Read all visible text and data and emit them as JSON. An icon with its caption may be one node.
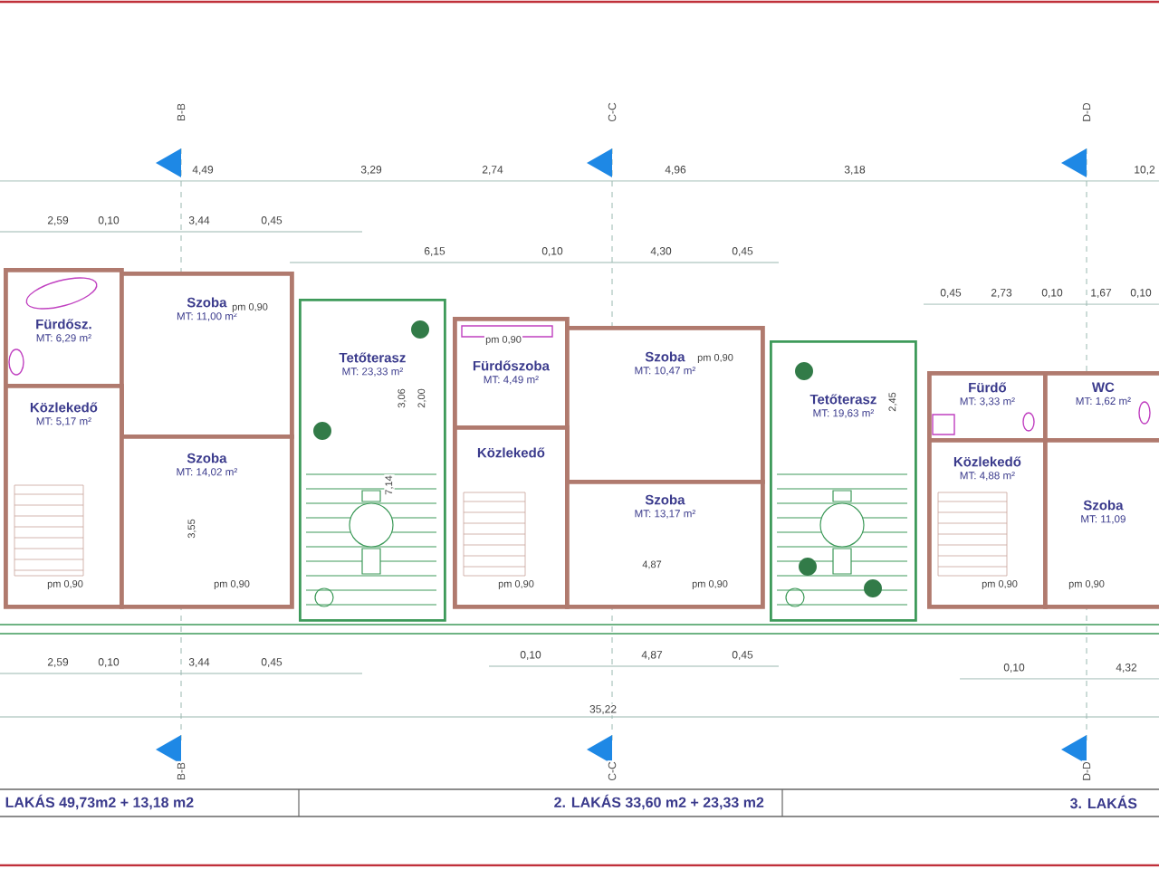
{
  "diagram": {
    "nodes": [
      {
        "text": [
          "Fürdősz.",
          "MT: 6,29 m²"
        ]
      },
      {
        "text": [
          "Szoba",
          "MT: 11,00 m²"
        ]
      },
      {
        "text": [
          "Közlekedő",
          "MT: 5,17 m²"
        ]
      },
      {
        "text": [
          "Szoba",
          "MT: 14,02 m²"
        ]
      },
      {
        "text": [
          "Tetőterasz",
          "MT: 23,33 m²"
        ]
      },
      {
        "text": [
          "Fürdőszoba",
          "MT: 4,49 m²"
        ]
      },
      {
        "text": [
          "Szoba",
          "MT: 10,47 m²"
        ]
      },
      {
        "text": [
          "Közlekedő"
        ]
      },
      {
        "text": [
          "Szoba",
          "MT: 13,17 m²"
        ]
      },
      {
        "text": [
          "Tetőterasz",
          "MT: 19,63 m²"
        ]
      },
      {
        "text": [
          "Fürdő",
          "MT: 3,33 m²"
        ]
      },
      {
        "text": [
          "WC",
          "MT: 1,62 m²"
        ]
      },
      {
        "text": [
          "Közlekedő",
          "MT: 4,88 m²"
        ]
      },
      {
        "text": [
          "Szoba",
          "MT: 11,09"
        ]
      }
    ],
    "labels": [
      "B-B",
      "C-C",
      "D-D",
      "4,49",
      "3,29",
      "2,74",
      "4,96",
      "3,18",
      "10,2",
      "2,59",
      "0,10",
      "3,44",
      "0,45",
      "6,15",
      "0,10",
      "4,30",
      "0,45",
      "0,45",
      "2,73",
      "0,10",
      "1,67",
      "0,10",
      "pm 0,90",
      "pm 0,90",
      "pm 0,90",
      "3,06",
      "2,00",
      "7,14",
      "2,45",
      "3,55",
      "pm 0,90",
      "pm 0,90",
      "pm 0,90",
      "pm 0,90",
      "pm 0,90",
      "pm 0,90",
      "4,87",
      "2,59",
      "0,10",
      "3,44",
      "0,45",
      "0,10",
      "4,87",
      "0,45",
      "0,10",
      "4,32",
      "35,22",
      "B-B",
      "C-C",
      "D-D",
      "LAKÁS 49,73m2 + 13,18 m2",
      "2. LAKÁS 33,60 m2 + 23,33 m2",
      "3. LAKÁS"
    ]
  }
}
